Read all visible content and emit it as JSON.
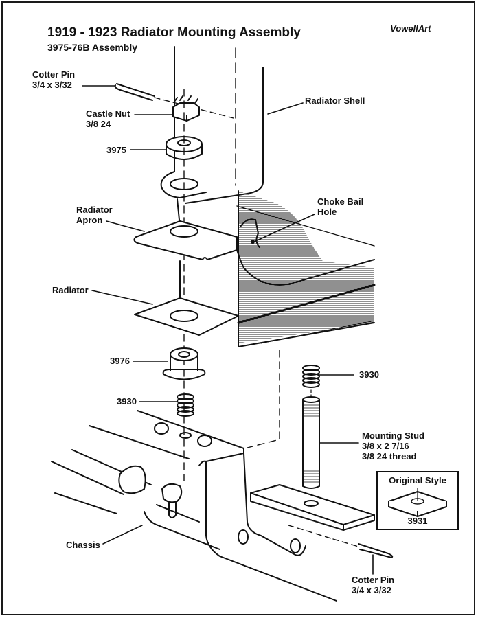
{
  "header": {
    "title": "1919 - 1923 Radiator Mounting Assembly",
    "subtitle": "3975-76B Assembly",
    "credit": "VowellArt"
  },
  "labels": {
    "cotter_pin_top": {
      "name": "Cotter Pin",
      "spec": "3/4 x 3/32"
    },
    "castle_nut": {
      "name": "Castle Nut",
      "spec": "3/8 24"
    },
    "part_3975": {
      "name": "3975"
    },
    "radiator_shell": {
      "name": "Radiator Shell"
    },
    "choke_bail_hole": {
      "line1": "Choke Bail",
      "line2": "Hole"
    },
    "radiator_apron": {
      "line1": "Radiator",
      "line2": "Apron"
    },
    "radiator": {
      "name": "Radiator"
    },
    "part_3976": {
      "name": "3976"
    },
    "spring_left": {
      "name": "3930"
    },
    "spring_right": {
      "name": "3930"
    },
    "mounting_stud": {
      "name": "Mounting Stud",
      "spec1": "3/8 x 2 7/16",
      "spec2": "3/8 24 thread"
    },
    "chassis": {
      "name": "Chassis"
    },
    "cotter_pin_bottom": {
      "name": "Cotter Pin",
      "spec": "3/4 x 3/32"
    }
  },
  "inset": {
    "heading": "Original Style",
    "part_number": "3931"
  }
}
